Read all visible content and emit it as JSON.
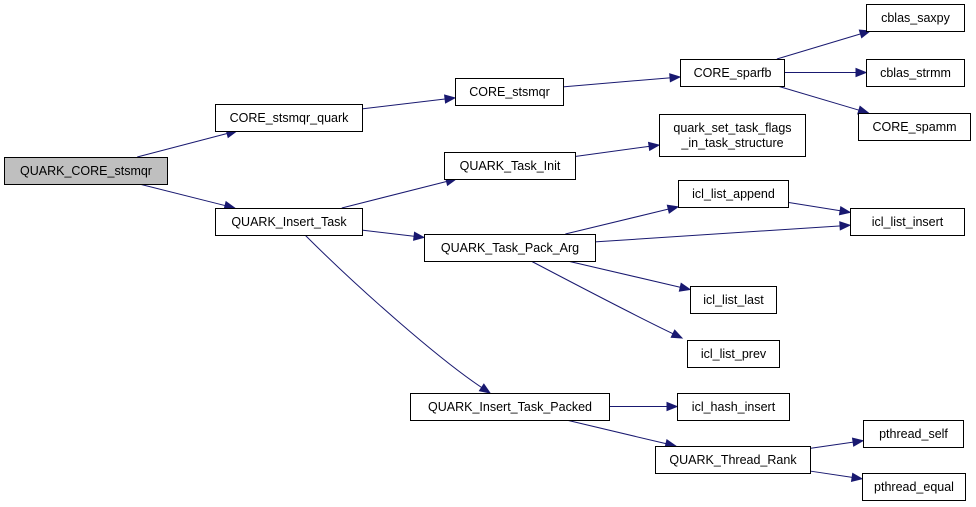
{
  "colors": {
    "edge": "#191970",
    "root_fill": "#bfbfbf",
    "node_fill": "#ffffff",
    "border": "#000000"
  },
  "nodes": {
    "quark_core_stsmqr": {
      "lines": [
        "QUARK_CORE_stsmqr"
      ]
    },
    "core_stsmqr_quark": {
      "lines": [
        "CORE_stsmqr_quark"
      ]
    },
    "quark_insert_task": {
      "lines": [
        "QUARK_Insert_Task"
      ]
    },
    "core_stsmqr": {
      "lines": [
        "CORE_stsmqr"
      ]
    },
    "core_sparfb": {
      "lines": [
        "CORE_sparfb"
      ]
    },
    "cblas_saxpy": {
      "lines": [
        "cblas_saxpy"
      ]
    },
    "cblas_strmm": {
      "lines": [
        "cblas_strmm"
      ]
    },
    "core_spamm": {
      "lines": [
        "CORE_spamm"
      ]
    },
    "quark_task_init": {
      "lines": [
        "QUARK_Task_Init"
      ]
    },
    "quark_set_task_flags": {
      "lines": [
        "quark_set_task_flags",
        "_in_task_structure"
      ]
    },
    "quark_task_pack_arg": {
      "lines": [
        "QUARK_Task_Pack_Arg"
      ]
    },
    "icl_list_append": {
      "lines": [
        "icl_list_append"
      ]
    },
    "icl_list_insert": {
      "lines": [
        "icl_list_insert"
      ]
    },
    "icl_list_last": {
      "lines": [
        "icl_list_last"
      ]
    },
    "icl_list_prev": {
      "lines": [
        "icl_list_prev"
      ]
    },
    "quark_insert_task_packed": {
      "lines": [
        "QUARK_Insert_Task_Packed"
      ]
    },
    "icl_hash_insert": {
      "lines": [
        "icl_hash_insert"
      ]
    },
    "quark_thread_rank": {
      "lines": [
        "QUARK_Thread_Rank"
      ]
    },
    "pthread_self": {
      "lines": [
        "pthread_self"
      ]
    },
    "pthread_equal": {
      "lines": [
        "pthread_equal"
      ]
    }
  },
  "edges": [
    [
      "quark_core_stsmqr",
      "core_stsmqr_quark"
    ],
    [
      "quark_core_stsmqr",
      "quark_insert_task"
    ],
    [
      "core_stsmqr_quark",
      "core_stsmqr"
    ],
    [
      "core_stsmqr",
      "core_sparfb"
    ],
    [
      "core_sparfb",
      "cblas_saxpy"
    ],
    [
      "core_sparfb",
      "cblas_strmm"
    ],
    [
      "core_sparfb",
      "core_spamm"
    ],
    [
      "quark_insert_task",
      "quark_task_init"
    ],
    [
      "quark_insert_task",
      "quark_task_pack_arg"
    ],
    [
      "quark_insert_task",
      "quark_insert_task_packed"
    ],
    [
      "quark_task_init",
      "quark_set_task_flags"
    ],
    [
      "quark_task_pack_arg",
      "icl_list_append"
    ],
    [
      "quark_task_pack_arg",
      "icl_list_insert"
    ],
    [
      "quark_task_pack_arg",
      "icl_list_last"
    ],
    [
      "quark_task_pack_arg",
      "icl_list_prev"
    ],
    [
      "icl_list_append",
      "icl_list_insert"
    ],
    [
      "quark_insert_task_packed",
      "icl_hash_insert"
    ],
    [
      "quark_insert_task_packed",
      "quark_thread_rank"
    ],
    [
      "quark_thread_rank",
      "pthread_self"
    ],
    [
      "quark_thread_rank",
      "pthread_equal"
    ]
  ]
}
